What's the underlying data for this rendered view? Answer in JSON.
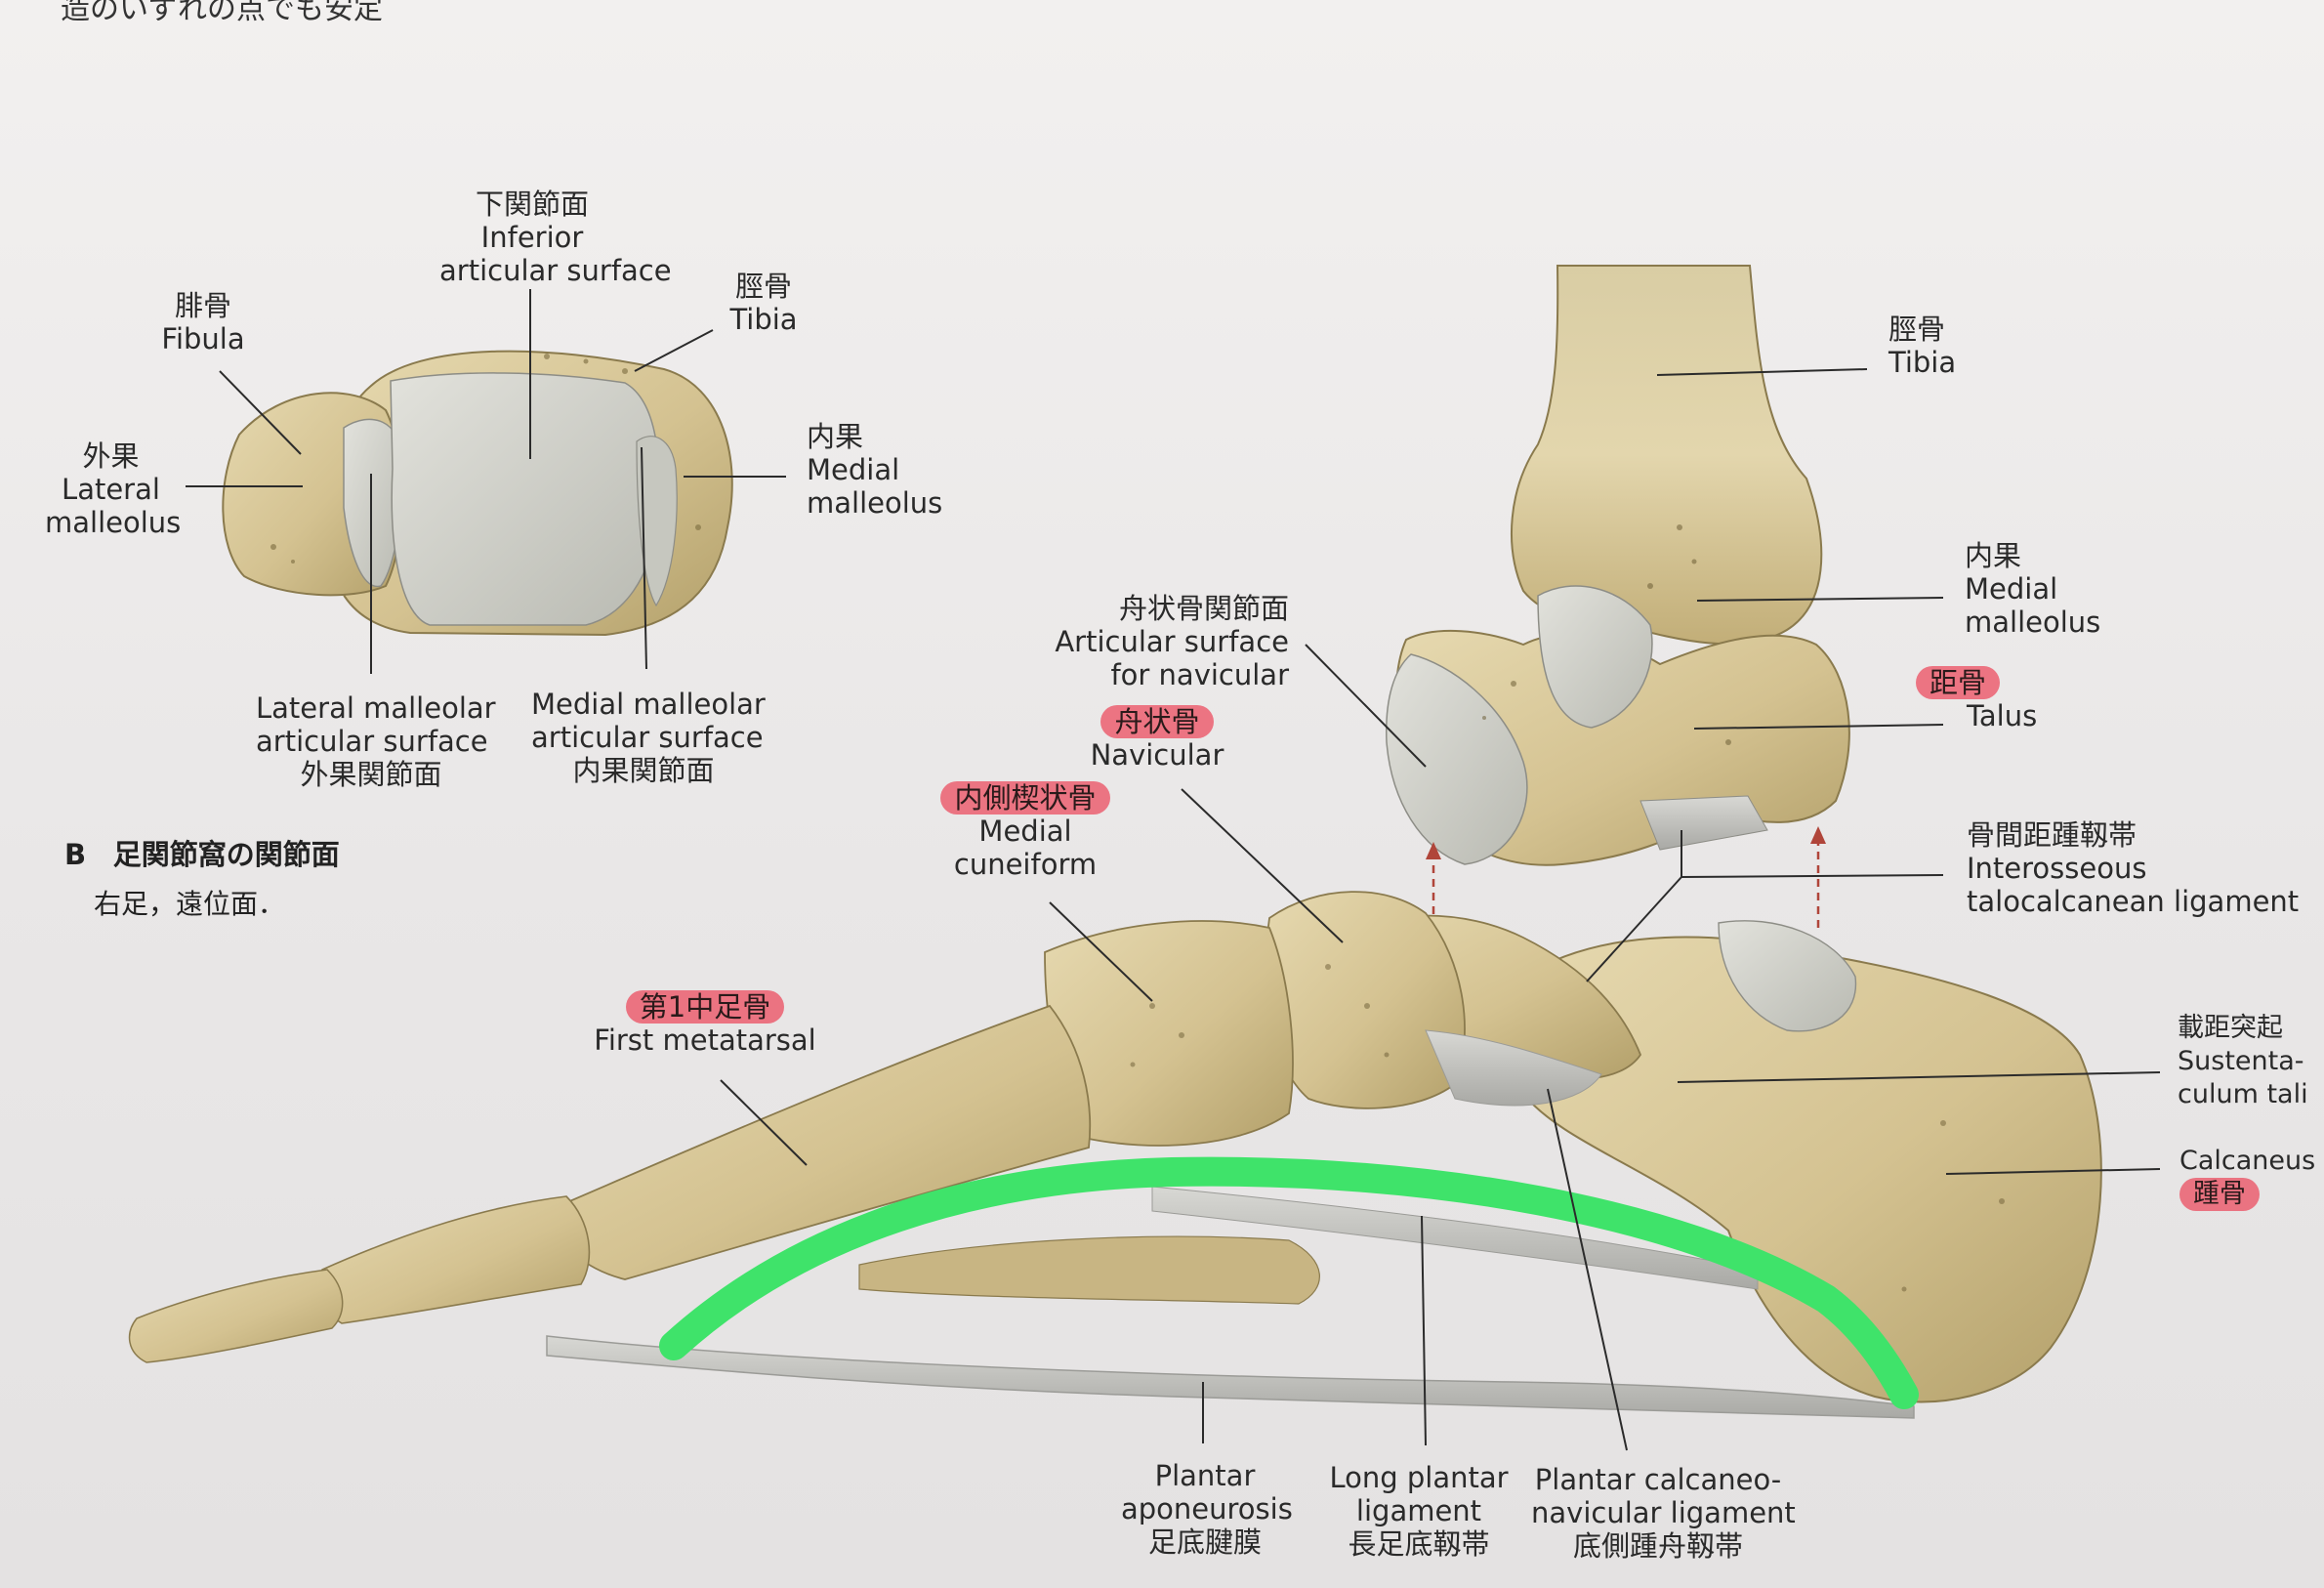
{
  "top_fragment": "造のいずれの点でも安定",
  "section": {
    "letter": "B",
    "title": "足関節窩の関節面",
    "subtitle": "右足，遠位面．"
  },
  "labels": {
    "inferior_surface": {
      "ja": "下関節面",
      "en1": "Inferior",
      "en2": "articular surface"
    },
    "fibula": {
      "ja": "腓骨",
      "en": "Fibula"
    },
    "tibia_a": {
      "ja": "脛骨",
      "en": "Tibia"
    },
    "lateral_malleolus": {
      "ja": "外果",
      "en1": "Lateral",
      "en2": "malleolus"
    },
    "medial_malleolus_a": {
      "ja": "内果",
      "en1": "Medial",
      "en2": "malleolus"
    },
    "lat_mall_surface": {
      "en1": "Lateral malleolar",
      "en2": "articular surface",
      "ja": "外果関節面"
    },
    "med_mall_surface": {
      "en1": "Medial malleolar",
      "en2": "articular surface",
      "ja": "内果関節面"
    },
    "tibia_b": {
      "ja": "脛骨",
      "en": "Tibia"
    },
    "medial_malleolus_b": {
      "ja": "内果",
      "en1": "Medial",
      "en2": "malleolus"
    },
    "talus": {
      "ja": "距骨",
      "en": "Talus"
    },
    "navicular_surface": {
      "ja": "舟状骨関節面",
      "en1": "Articular surface",
      "en2": "for navicular"
    },
    "navicular": {
      "ja": "舟状骨",
      "en": "Navicular"
    },
    "medial_cuneiform": {
      "ja": "内側楔状骨",
      "en1": "Medial",
      "en2": "cuneiform"
    },
    "interosseous": {
      "ja": "骨間距踵靱帯",
      "en1": "Interosseous",
      "en2": "talocalcanean ligament"
    },
    "first_metatarsal": {
      "ja": "第1中足骨",
      "en": "First metatarsal"
    },
    "sustentaculum": {
      "ja": "載距突起",
      "en1": "Sustenta-",
      "en2": "culum tali"
    },
    "calcaneus": {
      "en": "Calcaneus",
      "ja": "踵骨"
    },
    "plantar_aponeurosis": {
      "en1": "Plantar",
      "en2": "aponeurosis",
      "ja": "足底腱膜"
    },
    "long_plantar": {
      "en1": "Long plantar",
      "en2": "ligament",
      "ja": "長足底靱帯"
    },
    "plantar_calcaneonavicular": {
      "en1": "Plantar calcaneo-",
      "en2": "navicular ligament",
      "ja": "底側踵舟靱帯"
    }
  },
  "colors": {
    "bone": "#d8c89a",
    "bone_shadow": "#a8955f",
    "cartilage": "#cfd0c8",
    "ligament": "#c9c9c6",
    "highlight_red": "#eb465a",
    "arch_green": "#3fe36a",
    "leader": "#2b2b2b",
    "arrow": "#b0453a"
  }
}
